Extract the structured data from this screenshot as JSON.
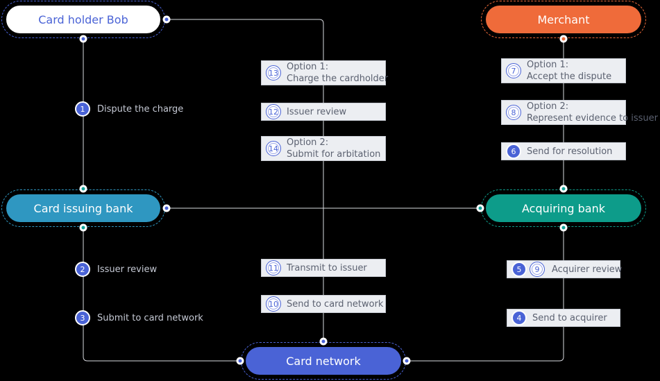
{
  "nodes": {
    "cardholder": "Card holder Bob",
    "merchant": "Merchant",
    "issuing_bank": "Card issuing bank",
    "acquiring_bank": "Acquiring bank",
    "card_network": "Card network"
  },
  "left_steps": [
    {
      "num": "1",
      "label": "Dispute the charge"
    },
    {
      "num": "2",
      "label": "Issuer review"
    },
    {
      "num": "3",
      "label": "Submit to card network"
    }
  ],
  "center_steps": {
    "s13": {
      "num": "13",
      "line1": "Option 1:",
      "line2": "Charge the cardholder"
    },
    "s12": {
      "num": "12",
      "line1": "Issuer review"
    },
    "s14": {
      "num": "14",
      "line1": "Option 2:",
      "line2": "Submit for arbitation"
    },
    "s11": {
      "num": "11",
      "line1": "Transmit to issuer"
    },
    "s10": {
      "num": "10",
      "line1": "Send to card network"
    }
  },
  "right_steps": {
    "s7": {
      "num": "7",
      "line1": "Option 1:",
      "line2": "Accept the dispute"
    },
    "s8": {
      "num": "8",
      "line1": "Option 2:",
      "line2": "Represent evidence to issuer"
    },
    "s6": {
      "num": "6",
      "line1": "Send for resolution"
    },
    "s59": {
      "num_a": "5",
      "num_b": "9",
      "line1": "Acquirer review"
    },
    "s4": {
      "num": "4",
      "line1": "Send to acquirer"
    }
  },
  "colors": {
    "blue": "#4a63d6",
    "teal": "#0d9c8a",
    "orange": "#ef6b3a",
    "issuer": "#2f97c1",
    "line": "#d9dbe0"
  }
}
